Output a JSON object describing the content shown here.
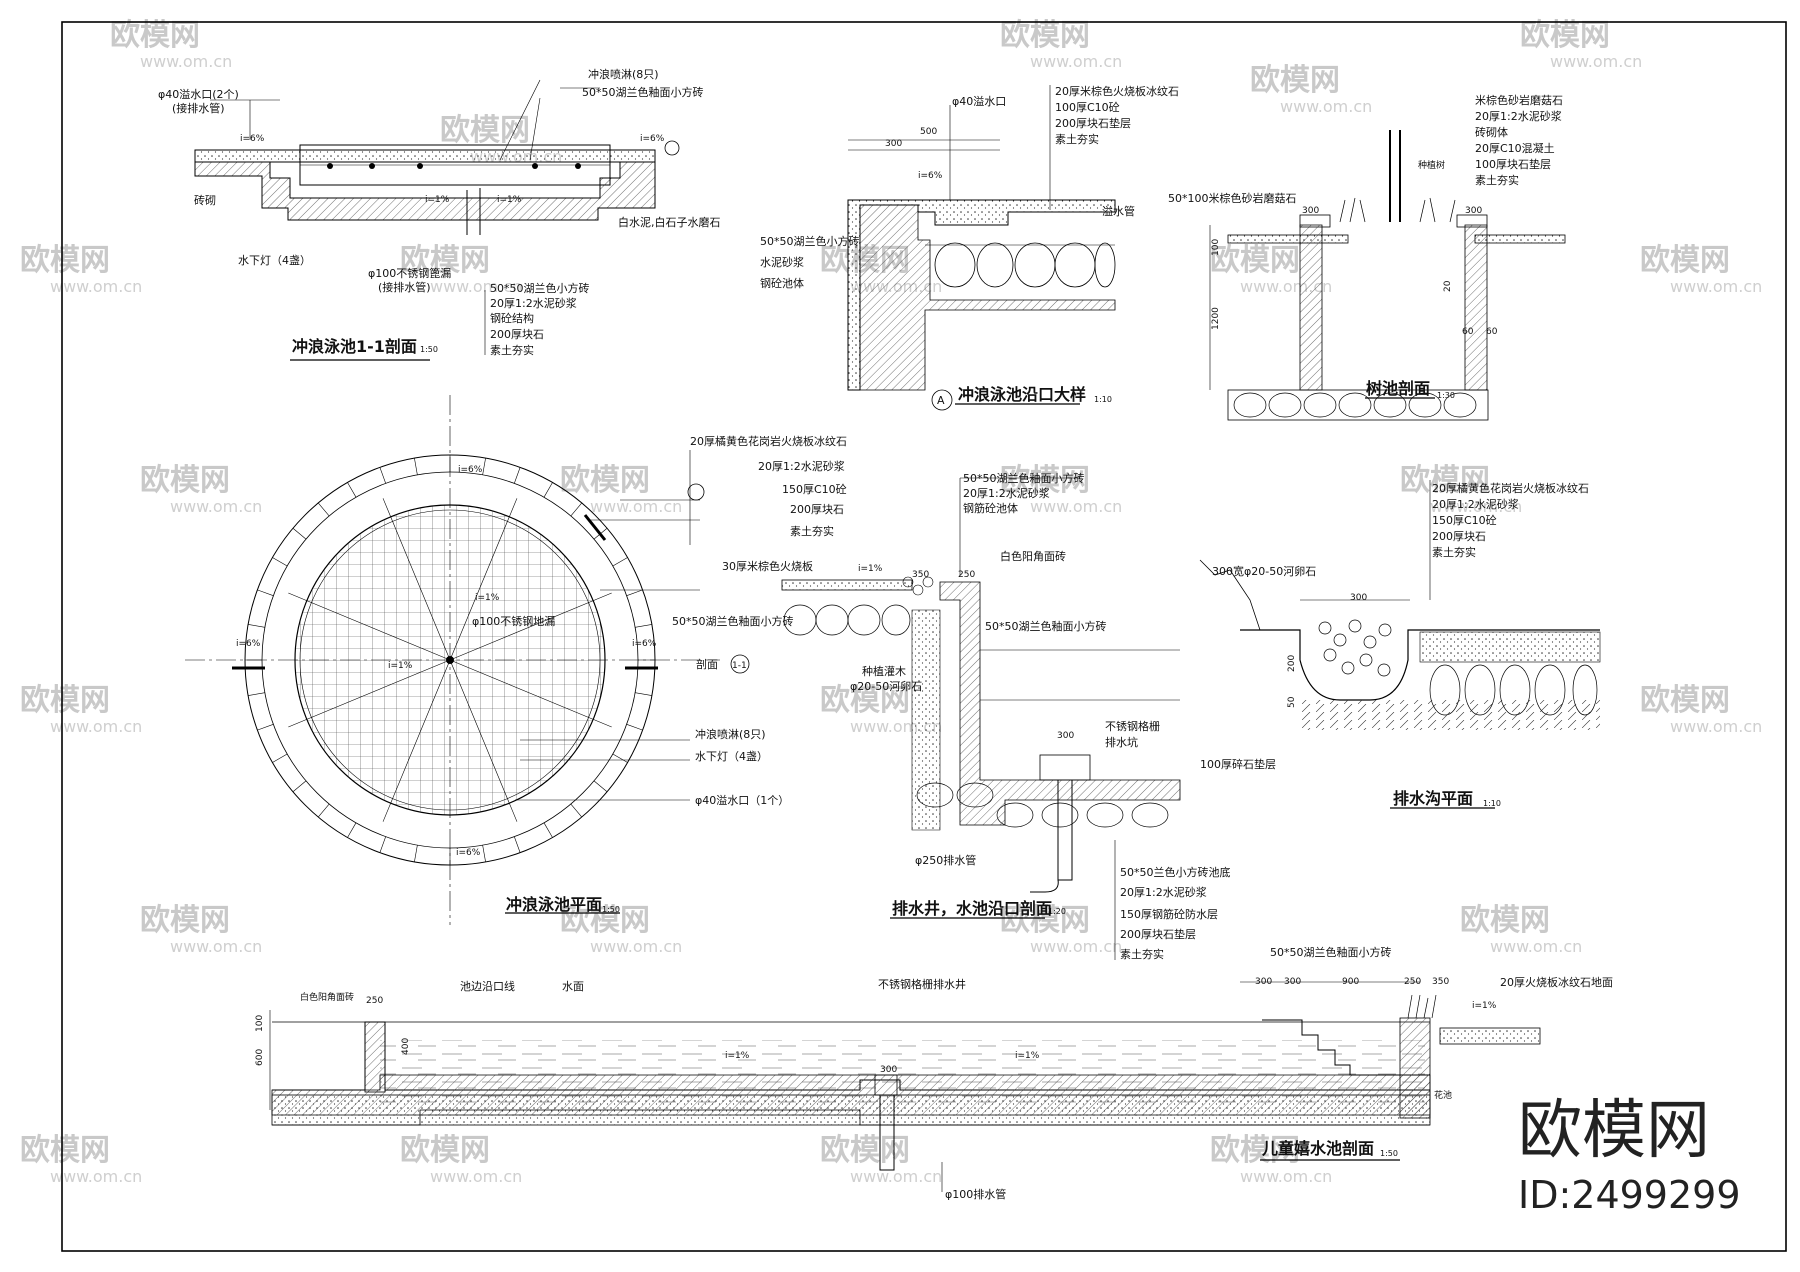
{
  "brand": {
    "name": "欧模网",
    "id": "ID:2499299"
  },
  "watermark": {
    "text": "欧模网",
    "url": "www.om.cn"
  },
  "views": {
    "pool_section": {
      "title": "冲浪泳池1-1剖面",
      "scale": "1:50",
      "labels": [
        "φ40溢水口(2个)",
        "(接排水管)",
        "冲浪喷淋(8只)",
        "50*50湖兰色釉面小方砖",
        "砖砌",
        "白水泥,白石子水磨石",
        "水下灯（4盏）",
        "φ100不锈钢篦漏",
        "(接排水管)"
      ],
      "layers": [
        "50*50湖兰色小方砖",
        "20厚1:2水泥砂浆",
        "钢砼结构",
        "200厚块石",
        "素土夯实"
      ],
      "slopes": [
        "i=6%",
        "i=6%",
        "i=1%",
        "i=1%"
      ]
    },
    "pool_edge": {
      "title": "冲浪泳池沿口大样",
      "scale": "1:10",
      "marker": "A",
      "layers": [
        "20厚米棕色火烧板冰纹石",
        "100厚C10砼",
        "200厚块石垫层",
        "素土夯实"
      ],
      "labels": [
        "φ40溢水口",
        "50*50湖兰色小方砖",
        "水泥砂浆",
        "钢砼池体",
        "溢水管"
      ],
      "dims": [
        "300",
        "500"
      ],
      "slope": "i=6%"
    },
    "tree_pit": {
      "title": "树池剖面",
      "scale": "1:30",
      "layers": [
        "米棕色砂岩磨菇石",
        "20厚1:2水泥砂浆",
        "砖砌体",
        "20厚C10混凝土",
        "100厚块石垫层",
        "素土夯实"
      ],
      "labels": [
        "50*100米棕色砂岩磨菇石",
        "种植树"
      ],
      "dims": [
        "300",
        "300",
        "1200",
        "100",
        "20",
        "60",
        "60"
      ]
    },
    "pool_plan": {
      "title": "冲浪泳池平面",
      "scale": "1:50",
      "section_mark": "1-1",
      "section_word": "剖面",
      "layers": [
        "20厚橘黄色花岗岩火烧板冰纹石",
        "20厚1:2水泥砂浆",
        "150厚C10砼",
        "200厚块石",
        "素土夯实"
      ],
      "labels": [
        "30厚米棕色火烧板",
        "50*50湖兰色釉面小方砖",
        "φ100不锈钢地漏",
        "冲浪喷淋(8只)",
        "水下灯（4盏）",
        "φ40溢水口（1个）"
      ],
      "slopes": [
        "i=6%",
        "i=6%",
        "i=6%",
        "i=6%",
        "i=1%",
        "i=1%"
      ]
    },
    "drain_well": {
      "title": "排水井，水池沿口剖面",
      "scale": "1:20",
      "layers_top": [
        "50*50湖兰色釉面小方砖",
        "20厚1:2水泥砂浆",
        "钢筋砼池体"
      ],
      "layers_bottom": [
        "50*50兰色小方砖池底",
        "20厚1:2水泥砂浆",
        "150厚钢筋砼防水层",
        "200厚块石垫层",
        "素土夯实"
      ],
      "labels": [
        "白色阳角面砖",
        "50*50湖兰色釉面小方砖",
        "种植灌木",
        "φ20-50河卵石",
        "不锈钢格栅",
        "排水坑",
        "φ250排水管"
      ],
      "dims": [
        "350",
        "250",
        "300"
      ],
      "slope": "i=1%"
    },
    "drain_ditch": {
      "title": "排水沟平面",
      "scale": "1:10",
      "layers": [
        "20厚橘黄色花岗岩火烧板冰纹石",
        "20厚1:2水泥砂浆",
        "150厚C10砼",
        "200厚块石",
        "素土夯实"
      ],
      "labels": [
        "300宽φ20-50河卵石",
        "100厚碎石垫层"
      ],
      "dims": [
        "300",
        "200",
        "50"
      ]
    },
    "kids_pool": {
      "title": "儿童嬉水池剖面",
      "scale": "1:50",
      "labels": [
        "池边沿口线",
        "水面",
        "不锈钢格栅排水井",
        "φ100排水管",
        "50*50湖兰色釉面小方砖",
        "20厚火烧板冰纹石地面",
        "白色阳角面砖",
        "花池"
      ],
      "dims": [
        "300",
        "300",
        "900",
        "250",
        "350",
        "250",
        "100",
        "600",
        "400",
        "300"
      ],
      "slopes": [
        "i=1%",
        "i=1%",
        "i=1%"
      ]
    }
  }
}
